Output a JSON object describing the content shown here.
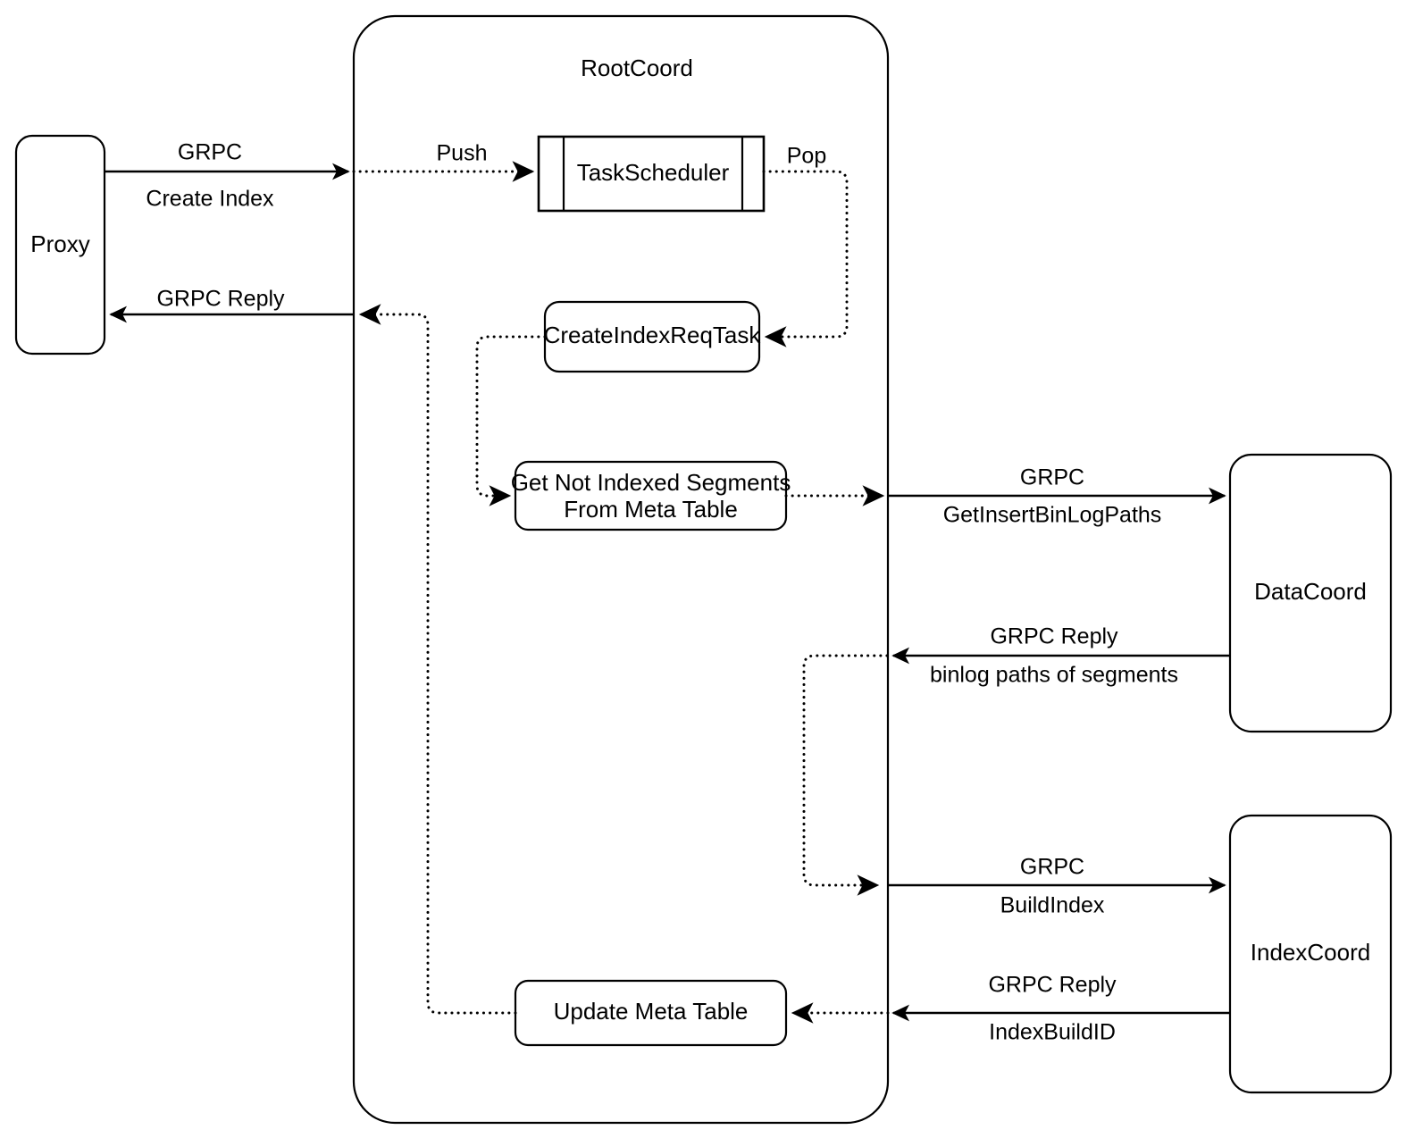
{
  "diagram": {
    "title": "RootCoord Create Index Flow",
    "background": "#ffffff",
    "stroke_color": "#000000"
  },
  "container": {
    "label": "RootCoord"
  },
  "nodes": {
    "proxy": {
      "label": "Proxy"
    },
    "task_scheduler": {
      "label": "TaskScheduler"
    },
    "create_index_req_task": {
      "label": "CreateIndexReqTask"
    },
    "get_not_indexed_segments": {
      "line1": "Get Not Indexed Segments",
      "line2": "From Meta Table"
    },
    "update_meta_table": {
      "label": "Update Meta Table"
    },
    "data_coord": {
      "label": "DataCoord"
    },
    "index_coord": {
      "label": "IndexCoord"
    }
  },
  "edges": {
    "proxy_to_rootcoord": {
      "line1": "GRPC",
      "line2": "Create Index"
    },
    "rootcoord_to_proxy": {
      "line1": "GRPC Reply"
    },
    "push_to_scheduler": {
      "label": "Push"
    },
    "pop_from_scheduler": {
      "label": "Pop"
    },
    "rootcoord_to_datacoord": {
      "line1": "GRPC",
      "line2": "GetInsertBinLogPaths"
    },
    "datacoord_to_rootcoord": {
      "line1": "GRPC Reply",
      "line2": "binlog paths of segments"
    },
    "rootcoord_to_indexcoord": {
      "line1": "GRPC",
      "line2": "BuildIndex"
    },
    "indexcoord_to_rootcoord": {
      "line1": "GRPC Reply",
      "line2": "IndexBuildID"
    }
  }
}
